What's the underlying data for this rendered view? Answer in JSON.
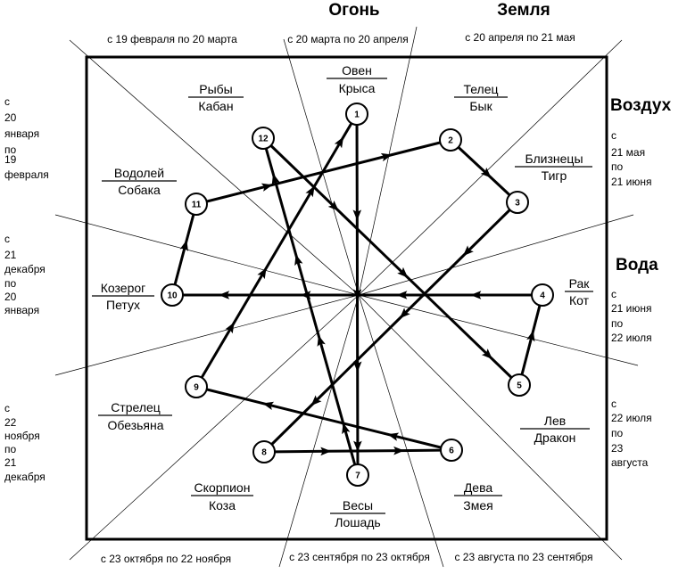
{
  "elements": {
    "fire": "Огонь",
    "earth": "Земля",
    "air": "Воздух",
    "water": "Вода"
  },
  "date_ranges": {
    "top_left": "с 19 февраля по 20 марта",
    "top_center": "с 20 марта по 20 апреля",
    "top_right": "с 20 апреля по 21 мая",
    "left_upper": [
      "с",
      "20",
      "января",
      "по",
      "19",
      "февраля"
    ],
    "left_middle": [
      "с",
      "21",
      "декабря",
      "по",
      "20",
      "января"
    ],
    "left_lower": [
      "с",
      "22",
      "ноября",
      "по",
      "21",
      "декабря"
    ],
    "right_upper": [
      "с",
      "21 мая",
      "по",
      "21 июня"
    ],
    "right_middle": [
      "с",
      "21 июня",
      "по",
      "22 июля"
    ],
    "right_lower": [
      "с",
      "22 июля",
      "по",
      "23",
      "августа"
    ],
    "bottom_left": "с 23 октября по 22 ноября",
    "bottom_center": "с 23 сентября по 23 октября",
    "bottom_right": "с 23 августа по 23 сентября"
  },
  "signs": [
    {
      "zodiac": "Овен",
      "animal": "Крыса"
    },
    {
      "zodiac": "Телец",
      "animal": "Бык"
    },
    {
      "zodiac": "Близнецы",
      "animal": "Тигр"
    },
    {
      "zodiac": "Рак",
      "animal": "Кот"
    },
    {
      "zodiac": "Лев",
      "animal": "Дракон"
    },
    {
      "zodiac": "Дева",
      "animal": "Змея"
    },
    {
      "zodiac": "Весы",
      "animal": "Лошадь"
    },
    {
      "zodiac": "Скорпион",
      "animal": "Коза"
    },
    {
      "zodiac": "Стрелец",
      "animal": "Обезьяна"
    },
    {
      "zodiac": "Козерог",
      "animal": "Петух"
    },
    {
      "zodiac": "Водолей",
      "animal": "Собака"
    },
    {
      "zodiac": "Рыбы",
      "animal": "Кабан"
    }
  ],
  "nodes": [
    "1",
    "2",
    "3",
    "4",
    "5",
    "6",
    "7",
    "8",
    "9",
    "10",
    "11",
    "12"
  ]
}
